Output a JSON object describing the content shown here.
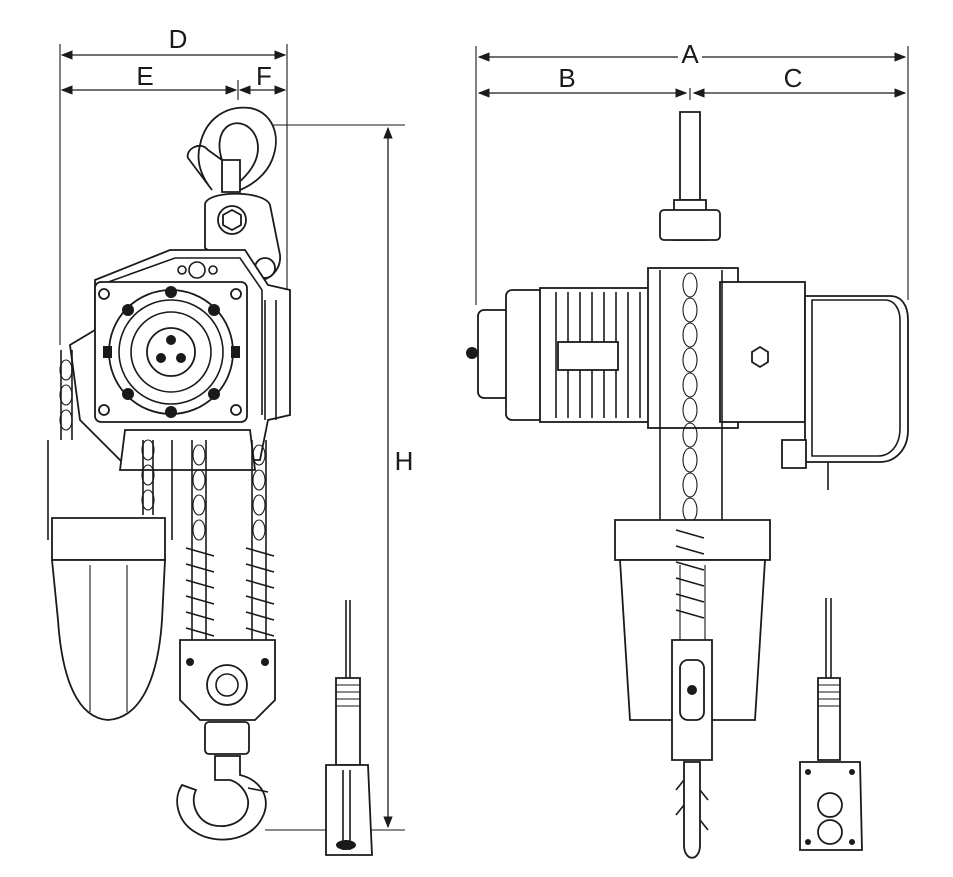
{
  "dimensions": {
    "A": "A",
    "B": "B",
    "C": "C",
    "D": "D",
    "E": "E",
    "F": "F",
    "H": "H"
  },
  "colors": {
    "line": "#1a1a1a",
    "background": "#ffffff"
  }
}
